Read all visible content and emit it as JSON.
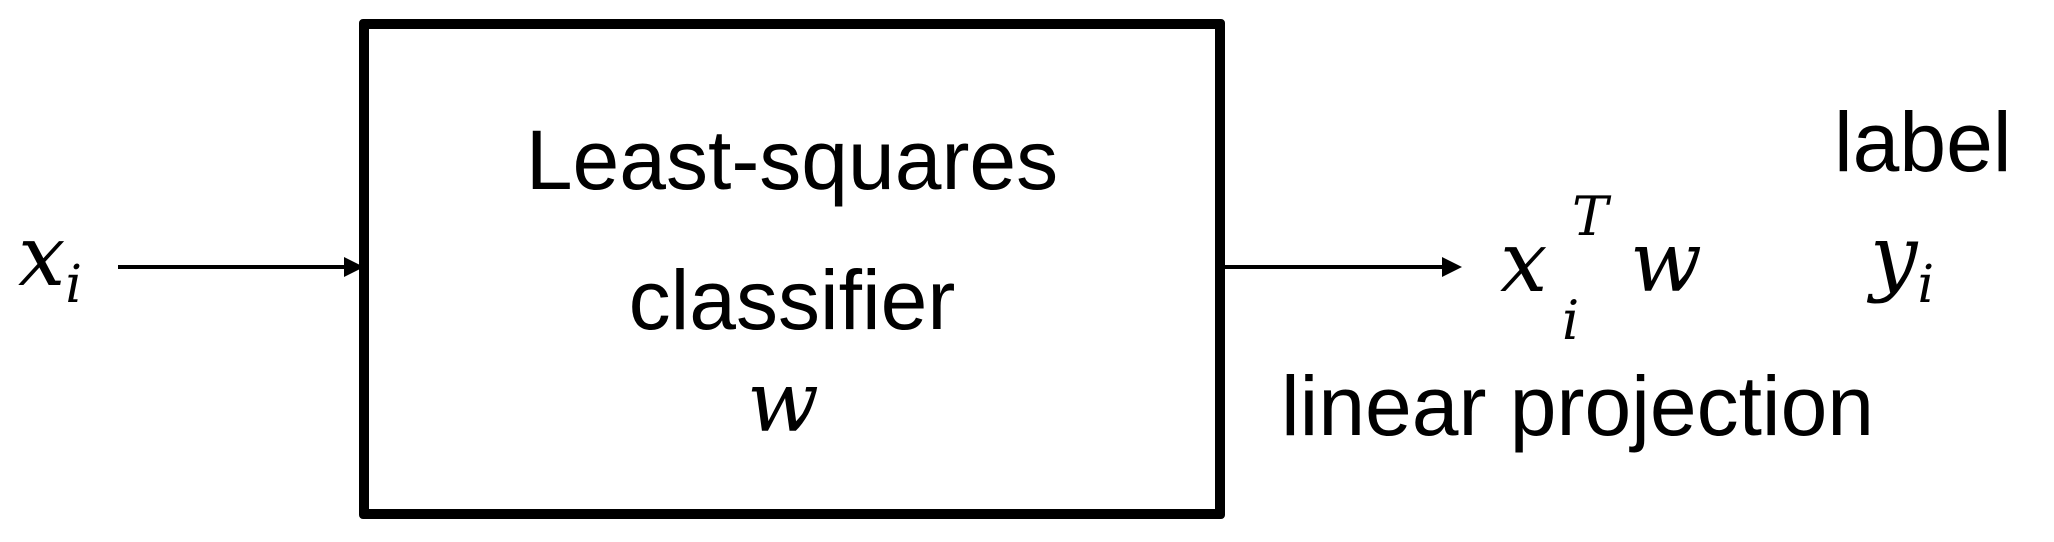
{
  "diagram": {
    "box_title_line1": "Least-squares",
    "box_title_line2": "classifier",
    "box_variable": "w",
    "input_variable": "x",
    "input_subscript": "i",
    "output_base": "x",
    "output_subscript": "i",
    "output_superscript": "T",
    "output_w": "w",
    "label_word": "label",
    "label_variable": "y",
    "label_subscript": "i",
    "projection_word": "linear projection"
  }
}
